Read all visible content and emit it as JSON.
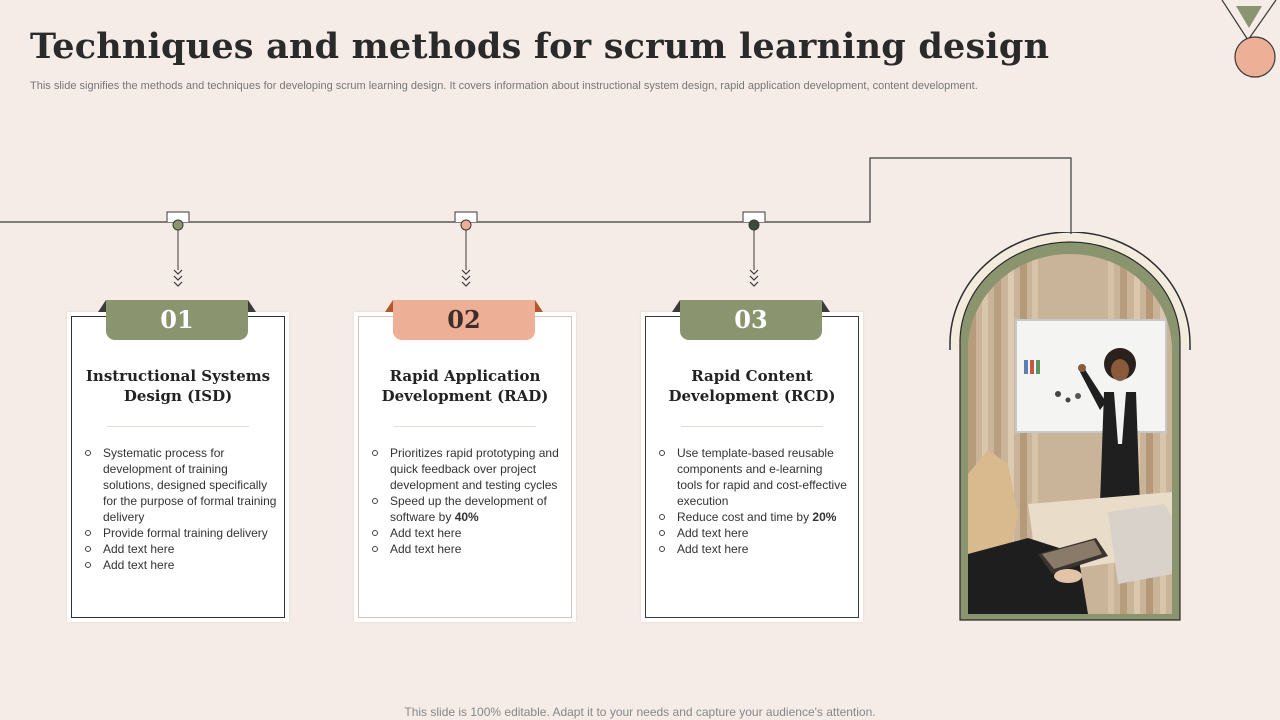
{
  "header": {
    "title": "Techniques and methods for scrum learning design",
    "subtitle": "This slide signifies the methods  and techniques for developing scrum learning design. It covers information about instructional system design, rapid application development, content development."
  },
  "cards": [
    {
      "number": "01",
      "heading_line1": "Instructional Systems",
      "heading_line2": "Design (ISD)",
      "items": [
        "Systematic process for development  of training solutions, designed specifically for the purpose of formal training delivery",
        "Provide  formal  training delivery",
        "Add text here",
        "Add text here"
      ]
    },
    {
      "number": "02",
      "heading_line1": "Rapid Application",
      "heading_line2": "Development (RAD)",
      "items": [
        " Prioritizes rapid prototyping and quick feedback  over project development  and testing cycles",
        "Speed up the development  of software  by ",
        "Add text here",
        "Add text here"
      ],
      "item2_emphasis": "40%"
    },
    {
      "number": "03",
      "heading_line1": "Rapid Content",
      "heading_line2": "Development (RCD)",
      "items": [
        "Use template-based reusable components and e-learning tools for rapid and cost-effective  execution",
        "Reduce cost and time by ",
        "Add text here",
        "Add text here"
      ],
      "item2_emphasis": "20%"
    }
  ],
  "footer": {
    "text": "This slide is 100% editable. Adapt it to your needs and capture your audience's attention."
  },
  "colors": {
    "background": "#f5ebe7",
    "green": "#8a9570",
    "peach": "#eeaf97",
    "line": "#3a3a3a"
  },
  "icons": {
    "medal": "medal-icon",
    "chevrons": "double-chevron-down-icon"
  }
}
